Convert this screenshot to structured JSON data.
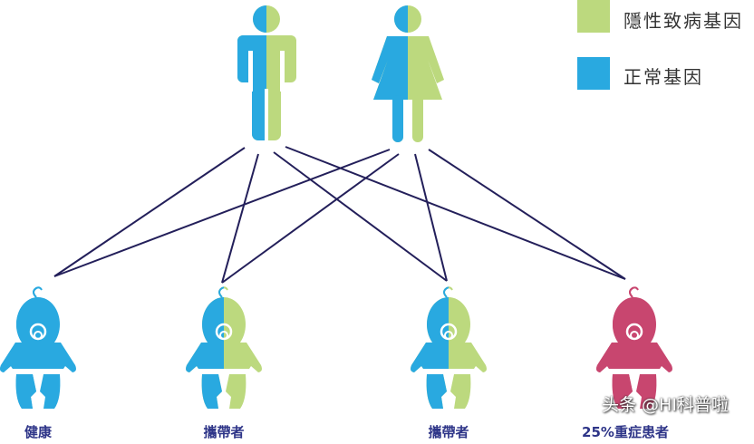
{
  "colors": {
    "recessive": "#bcd97e",
    "normal": "#29a9e0",
    "affected": "#c8466f",
    "lines": "#231f5a",
    "labels": "#2e3588"
  },
  "legend": [
    {
      "label": "隱性致病基因",
      "color": "#bcd97e"
    },
    {
      "label": "正常基因",
      "color": "#29a9e0"
    }
  ],
  "parents": [
    {
      "icon": "male-figure-icon",
      "genotype": "carrier"
    },
    {
      "icon": "female-figure-icon",
      "genotype": "carrier"
    }
  ],
  "children": [
    {
      "label": "健康",
      "genotype": "normal"
    },
    {
      "label": "攜帶者",
      "genotype": "carrier"
    },
    {
      "label": "攜帶者",
      "genotype": "carrier"
    },
    {
      "label": "25%重症患者",
      "genotype": "affected"
    }
  ],
  "watermark": "头条 @HI科普啦"
}
